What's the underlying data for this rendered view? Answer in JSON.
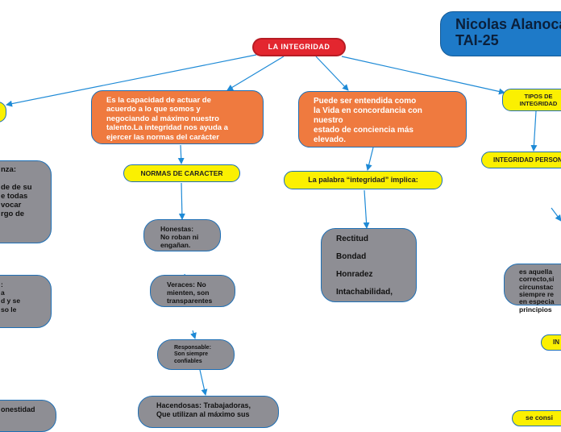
{
  "title": {
    "line1": "Nicolas Alanoca",
    "line2": "TAI-25"
  },
  "root": "LA INTEGRIDAD",
  "definition_1": "Es la capacidad de actuar de\nacuerdo a lo que somos y\nnegociando al máximo nuestro\ntalento.La integridad nos ayuda a\n ejercer las normas del carácter",
  "definition_2": "Puede ser entendida como\nla Vida en concordancia con\nnuestro\nestado de conciencia más\nelevado.",
  "normas": {
    "label": "NORMAS DE CARACTER",
    "items": [
      "Honestas:\nNo roban ni\nengañan.",
      "Veraces: No\nmienten, son\ntransparentes",
      "Responsable:\nSon siempre\nconfiables",
      "Hacendosas: Trabajadoras,\nQue utilizan al máximo sus"
    ]
  },
  "implica": {
    "label": "La palabra “integridad” implica:",
    "items": [
      "Rectitud",
      "Bondad",
      "Honradez",
      "Intachabilidad,"
    ]
  },
  "tipos": {
    "label": "TIPOS DE\nINTEGRIDAD",
    "personal_label": "INTEGRIDAD PERSONAL",
    "personal_desc": "es aquella\ncorrecto,si\ncircunstac\nsiempre re\nen especia\nprincipios",
    "partial_1": "IN",
    "partial_2": "se consi"
  },
  "left_partial": {
    "box1": "nza:\n\nde de su\ne  todas\nvocar\nrgo de",
    "box2": ":\na\nd y se\nso le",
    "box3": "onestidad"
  }
}
